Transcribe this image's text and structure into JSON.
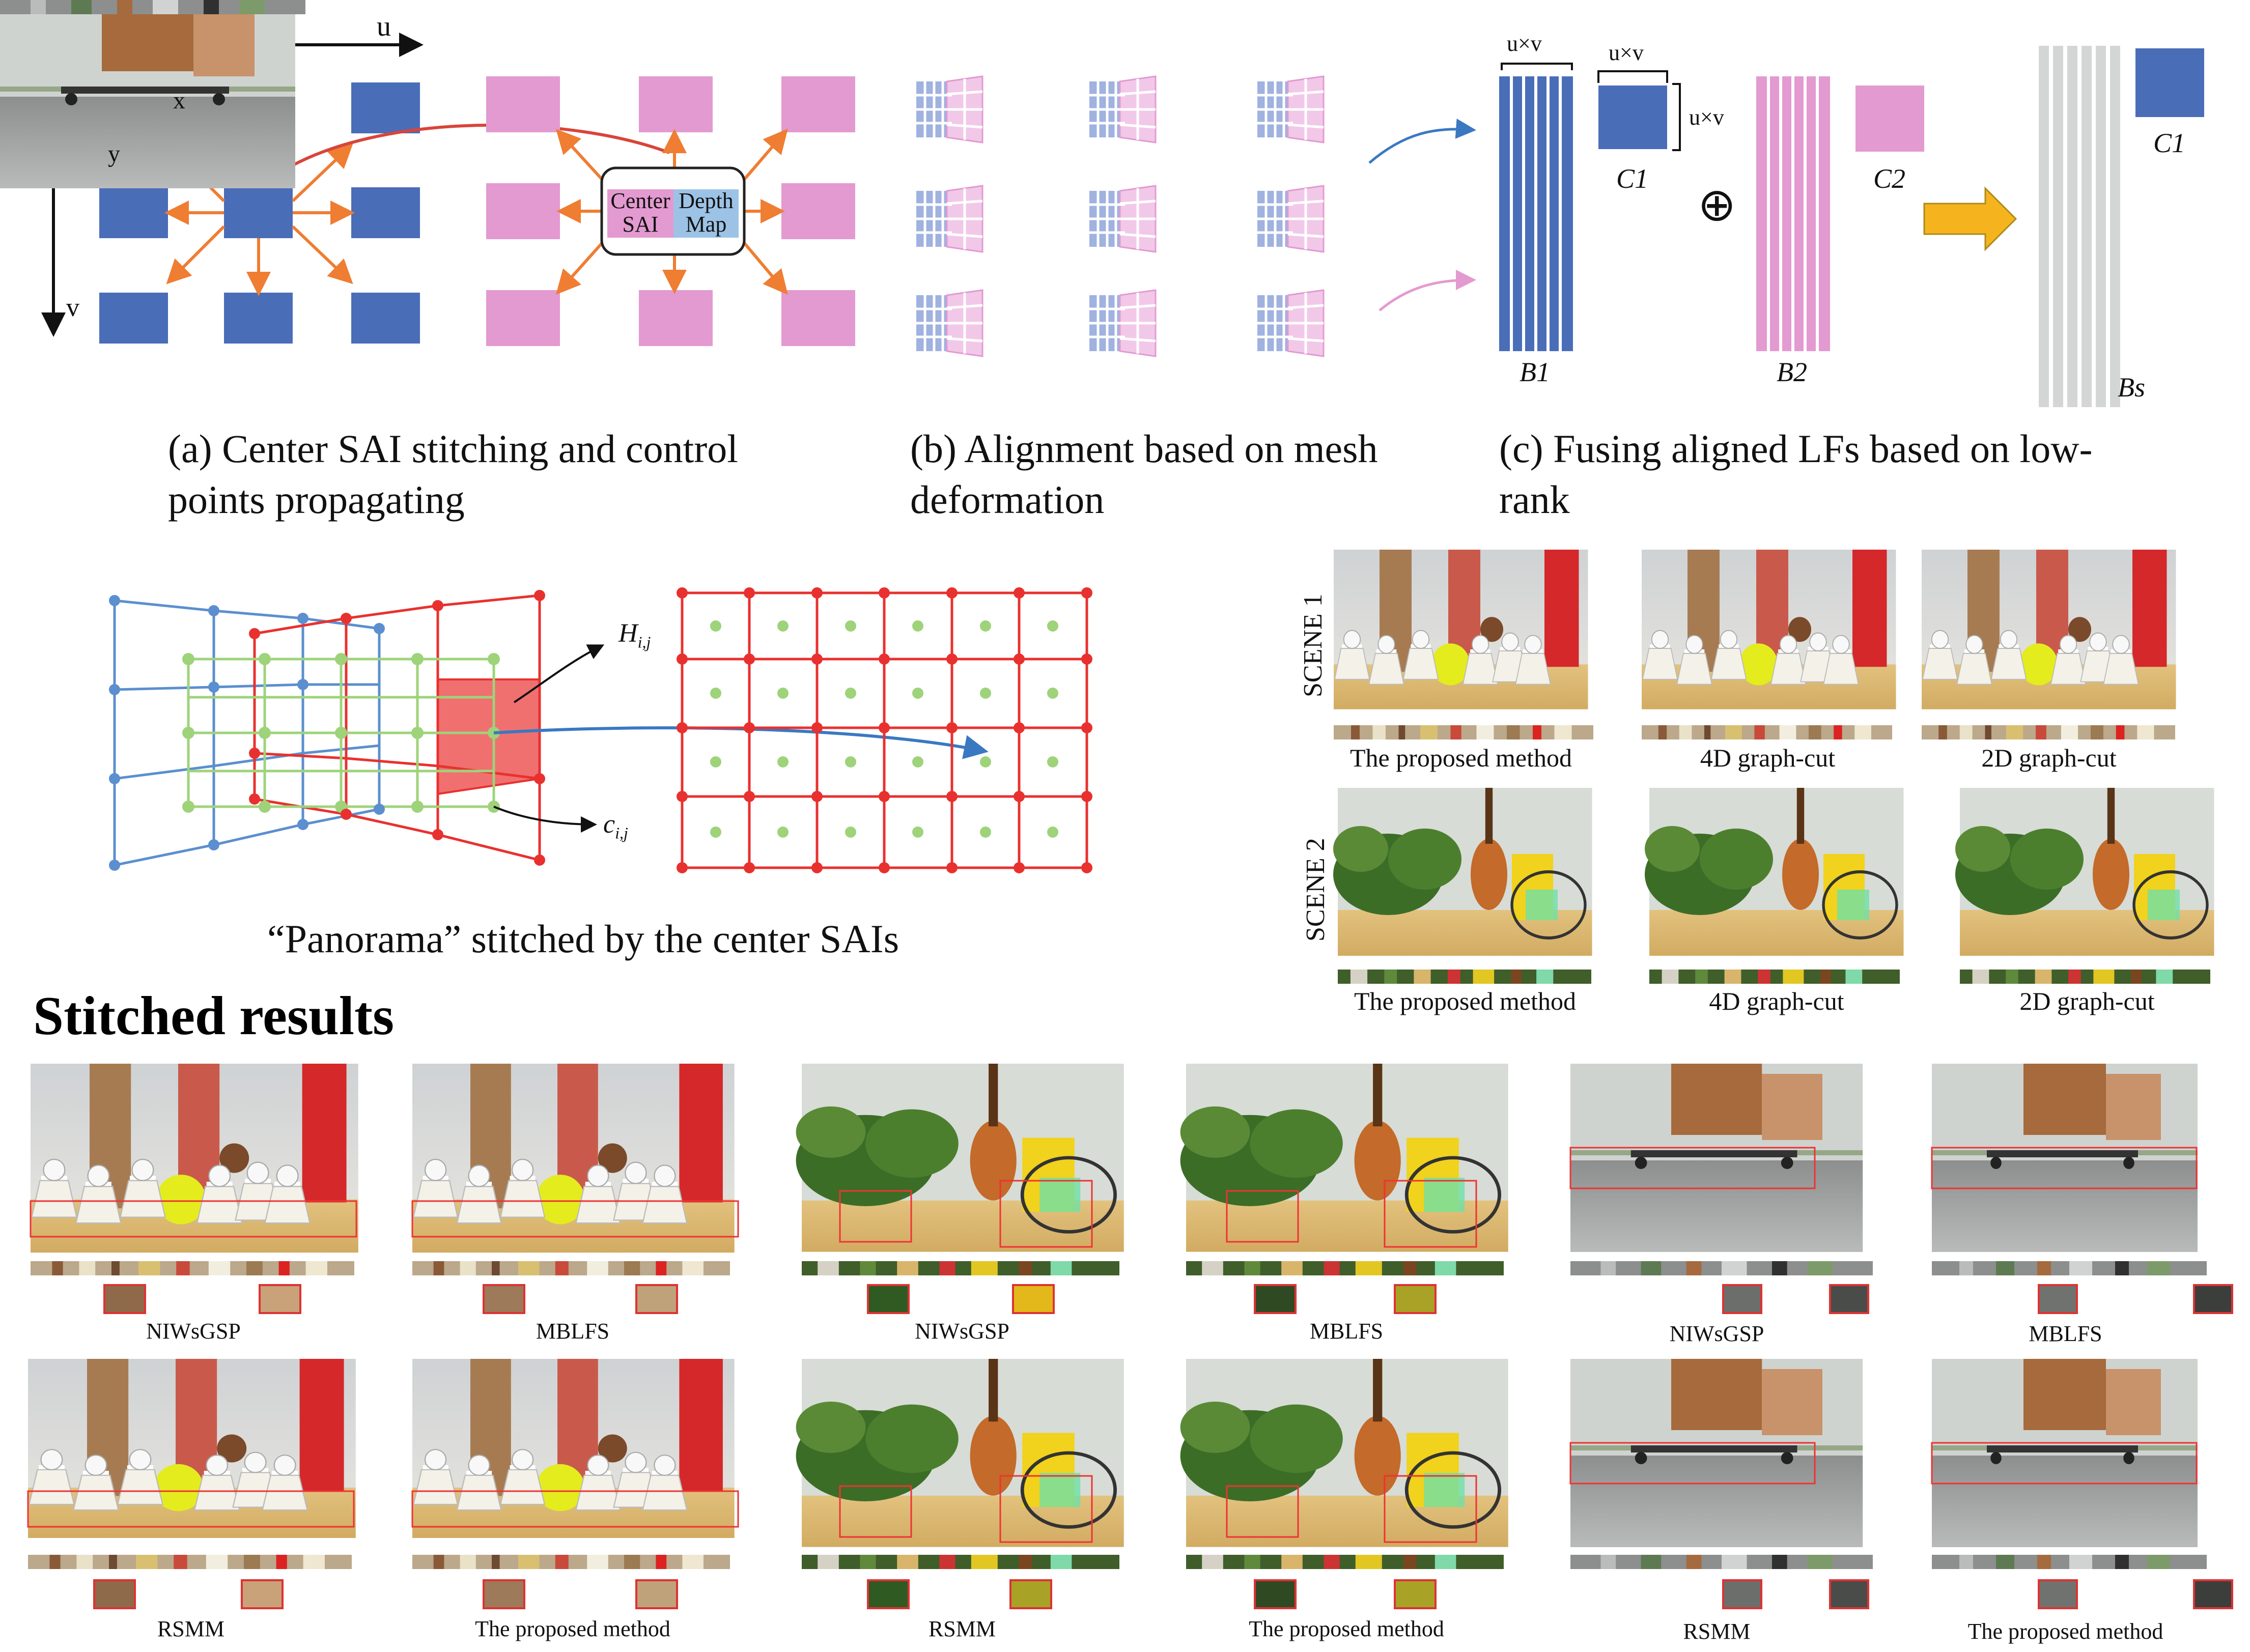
{
  "figure": {
    "diagram_a": {
      "axis_u": "u",
      "axis_v": "v",
      "axis_x": "x",
      "axis_y": "y",
      "center_sai_label": "Center SAI",
      "depth_map_label": "Depth Map",
      "caption": "(a) Center SAI stitching and control points propagating"
    },
    "diagram_b": {
      "caption": "(b) Alignment based on mesh deformation"
    },
    "diagram_c": {
      "uxv_top": "u×v",
      "uxv_small_top": "u×v",
      "uxv_side": "u×v",
      "c1": "C1",
      "c2": "C2",
      "c1_right": "C1",
      "b1": "B1",
      "b2": "B2",
      "bs": "Bs",
      "plus": "⊕",
      "caption": "(c) Fusing aligned LFs based on low-rank"
    },
    "panorama": {
      "h_label": "H",
      "h_sub": "i,j",
      "c_label": "c",
      "c_sub": "i,j",
      "caption": "“Panorama” stitched by the center SAIs"
    },
    "scenes": {
      "scene1": "SCENE 1",
      "scene2": "SCENE 2",
      "labels_row1": [
        "The proposed method",
        "4D graph-cut",
        "2D graph-cut"
      ],
      "labels_row2": [
        "The proposed method",
        "4D graph-cut",
        "2D graph-cut"
      ]
    },
    "stitched": {
      "title": "Stitched results",
      "row1_labels": [
        "NIWsGSP",
        "MBLFS",
        "NIWsGSP",
        "MBLFS",
        "NIWsGSP",
        "MBLFS"
      ],
      "row2_labels": [
        "RSMM",
        "The proposed method",
        "RSMM",
        "The proposed method",
        "RSMM",
        "The proposed method"
      ]
    },
    "colors": {
      "blue_block": "#4a6db8",
      "pink_block": "#e39ad0",
      "orange_arrow": "#ef7d32",
      "red_arrow": "#d9443a",
      "mesh_blue": "#5b8fcf",
      "mesh_green": "#9ed37a",
      "mesh_red": "#e8312f",
      "gold_arrow": "#f5b41e",
      "gray_bar": "#d4d6d6"
    }
  }
}
